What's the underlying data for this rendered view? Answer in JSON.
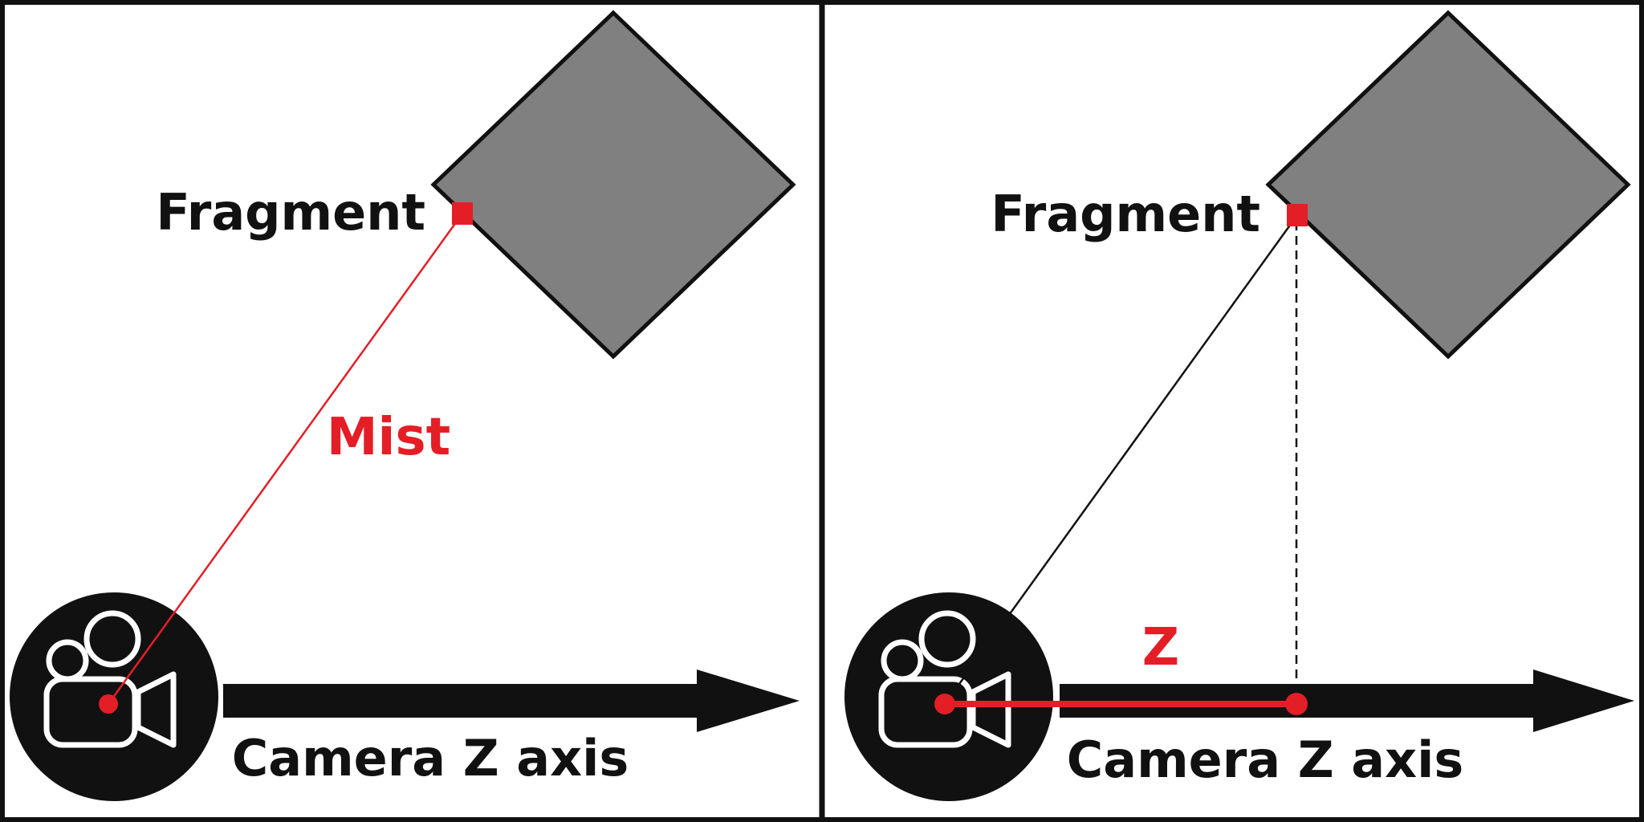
{
  "left_panel": {
    "fragment_label": "Fragment",
    "distance_label": "Mist",
    "axis_label": "Camera Z axis"
  },
  "right_panel": {
    "fragment_label": "Fragment",
    "distance_label": "Z",
    "axis_label": "Camera Z axis"
  },
  "colors": {
    "accent": "#e41e26",
    "object": "#808080",
    "ink": "#111111",
    "background": "#ffffff"
  },
  "icons": {
    "camera": "video-camera-icon",
    "object": "diamond-object"
  }
}
